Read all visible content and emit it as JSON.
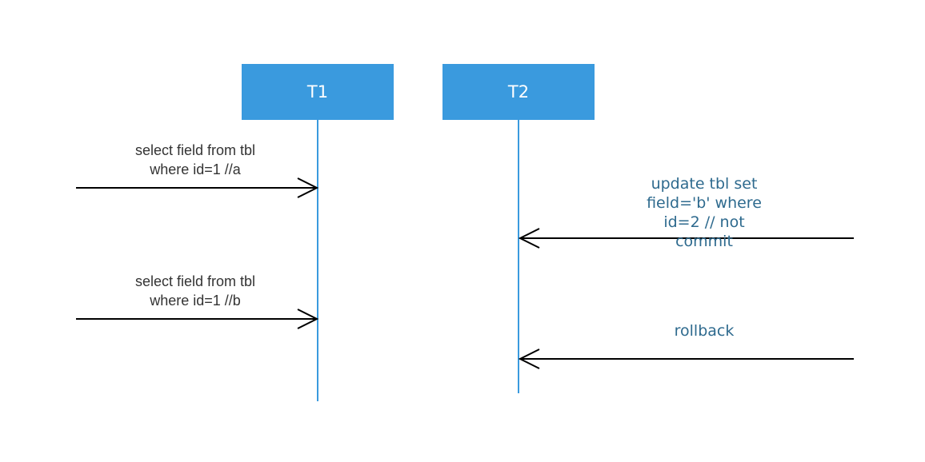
{
  "lifelines": {
    "t1": {
      "label": "T1"
    },
    "t2": {
      "label": "T2"
    }
  },
  "messages": {
    "msg1": {
      "lines": [
        "select field from tbl",
        "where id=1  //a"
      ]
    },
    "msg2": {
      "lines": [
        "update tbl set",
        "field='b' where",
        "id=2  // not",
        "commit"
      ]
    },
    "msg3": {
      "lines": [
        "select field from tbl",
        "where id=1  //b"
      ]
    },
    "msg4": {
      "lines": [
        "rollback"
      ]
    }
  },
  "colors": {
    "lifeline_box": "#3a9ade",
    "lifeline_line": "#3a9ade",
    "arrow": "#000000",
    "dark_text": "#333333",
    "blue_text": "#2e6a8e"
  }
}
